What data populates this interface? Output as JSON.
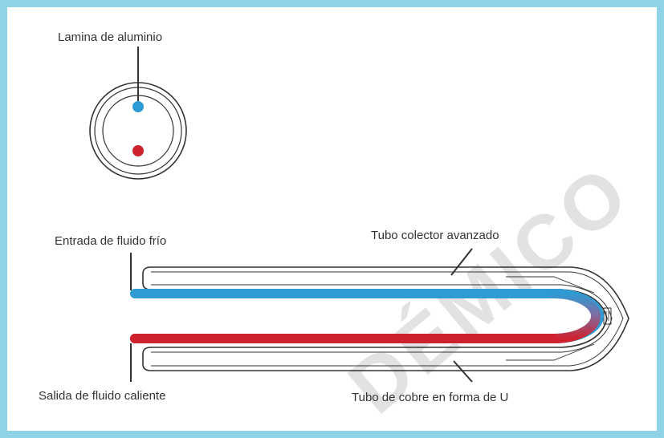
{
  "labels": {
    "aluminum_sheet": "Lamina de aluminio",
    "cold_inlet": "Entrada de fluido frío",
    "advanced_collector_tube": "Tubo colector avanzado",
    "hot_outlet": "Salida de fluido caliente",
    "copper_u_tube": "Tubo de cobre en forma de U"
  },
  "watermark": "DÉMICO",
  "colors": {
    "frame": "#8fd3e6",
    "cold": "#2f9bd3",
    "hot": "#d0222e",
    "line": "#333333",
    "watermark": "#d9d9d9"
  }
}
